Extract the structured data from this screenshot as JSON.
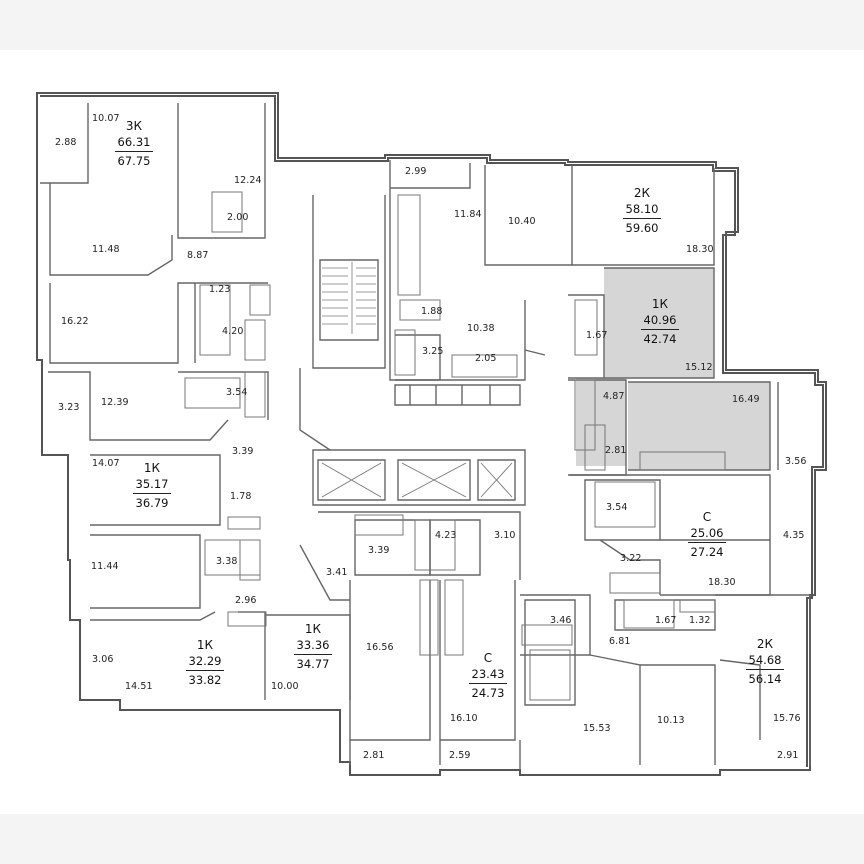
{
  "plan": {
    "apartments": [
      {
        "id": "apt-3k",
        "type": "3К",
        "area": "66.31",
        "total": "67.75"
      },
      {
        "id": "apt-2k-top",
        "type": "2К",
        "area": "58.10",
        "total": "59.60"
      },
      {
        "id": "apt-1k-hl",
        "type": "1К",
        "area": "40.96",
        "total": "42.74"
      },
      {
        "id": "apt-1k-w1",
        "type": "1К",
        "area": "35.17",
        "total": "36.79"
      },
      {
        "id": "apt-c-e",
        "type": "С",
        "area": "25.06",
        "total": "27.24"
      },
      {
        "id": "apt-1k-w2",
        "type": "1К",
        "area": "32.29",
        "total": "33.82"
      },
      {
        "id": "apt-1k-c",
        "type": "1К",
        "area": "33.36",
        "total": "34.77"
      },
      {
        "id": "apt-c-s",
        "type": "С",
        "area": "23.43",
        "total": "24.73"
      },
      {
        "id": "apt-2k-se",
        "type": "2К",
        "area": "54.68",
        "total": "56.14"
      }
    ],
    "rooms": [
      "10.07",
      "2.88",
      "12.24",
      "2.00",
      "11.48",
      "8.87",
      "1.23",
      "16.22",
      "4.20",
      "3.23",
      "12.39",
      "3.54",
      "3.39",
      "14.07",
      "1.78",
      "11.44",
      "3.38",
      "2.96",
      "3.06",
      "14.51",
      "10.00",
      "2.99",
      "11.84",
      "10.40",
      "18.30",
      "1.88",
      "10.38",
      "3.25",
      "2.05",
      "1.67",
      "15.12",
      "4.87",
      "16.49",
      "2.81",
      "3.56",
      "3.54",
      "4.35",
      "3.22",
      "18.30",
      "3.39",
      "4.23",
      "3.10",
      "3.41",
      "16.56",
      "3.46",
      "6.81",
      "1.67",
      "1.32",
      "16.10",
      "15.53",
      "10.13",
      "15.76",
      "2.81",
      "2.59",
      "2.91"
    ]
  },
  "colors": {
    "wall": "#555555",
    "highlight": "#d6d6d6",
    "page": "#f4f4f4"
  }
}
